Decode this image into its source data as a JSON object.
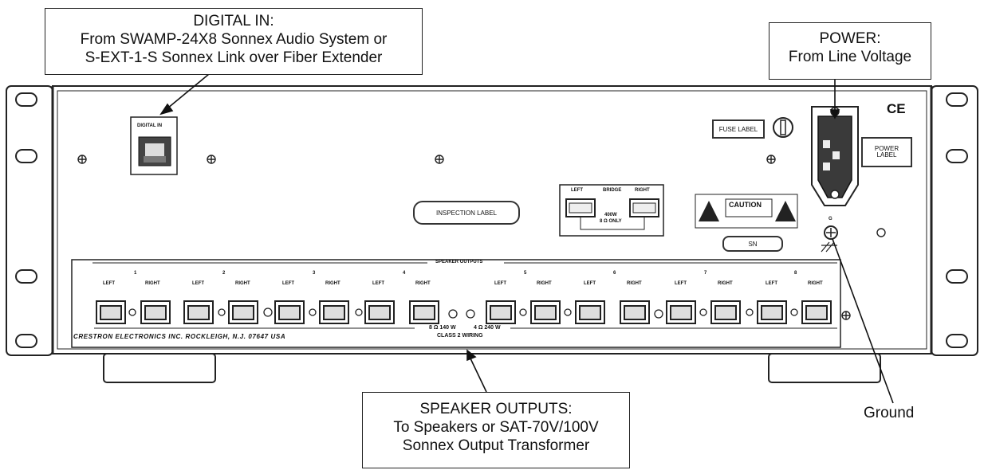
{
  "callouts": {
    "digital_in": {
      "title": "DIGITAL IN:",
      "line1": "From SWAMP-24X8 Sonnex Audio System or",
      "line2": "S-EXT-1-S Sonnex Link over Fiber Extender"
    },
    "power": {
      "title": "POWER:",
      "line1": "From Line Voltage"
    },
    "speaker_outputs": {
      "title": "SPEAKER OUTPUTS:",
      "line1": "To Speakers or SAT-70V/100V",
      "line2": "Sonnex Output Transformer"
    },
    "ground": "Ground"
  },
  "panel": {
    "digital_in_label": "DIGITAL IN",
    "fuse_label": "FUSE LABEL",
    "power_label_line1": "POWER",
    "power_label_line2": "LABEL",
    "inspection_label": "INSPECTION LABEL",
    "ce_mark": "CE",
    "caution": "CAUTION",
    "sn": "SN",
    "ground_symbol": "G",
    "bridge": {
      "left": "LEFT",
      "bridge": "BRIDGE",
      "right": "RIGHT",
      "note_line1": "400W",
      "note_line2": "8 Ω ONLY"
    },
    "speaker_outputs_title": "SPEAKER OUTPUTS",
    "channels": [
      "1",
      "2",
      "3",
      "4",
      "5",
      "6",
      "7",
      "8"
    ],
    "left": "LEFT",
    "right": "RIGHT",
    "rating1": "8 Ω 140 W",
    "rating2": "4 Ω 240 W",
    "class2": "CLASS 2 WIRING",
    "manufacturer": "CRESTRON ELECTRONICS INC. ROCKLEIGH, N.J. 07647 USA"
  }
}
